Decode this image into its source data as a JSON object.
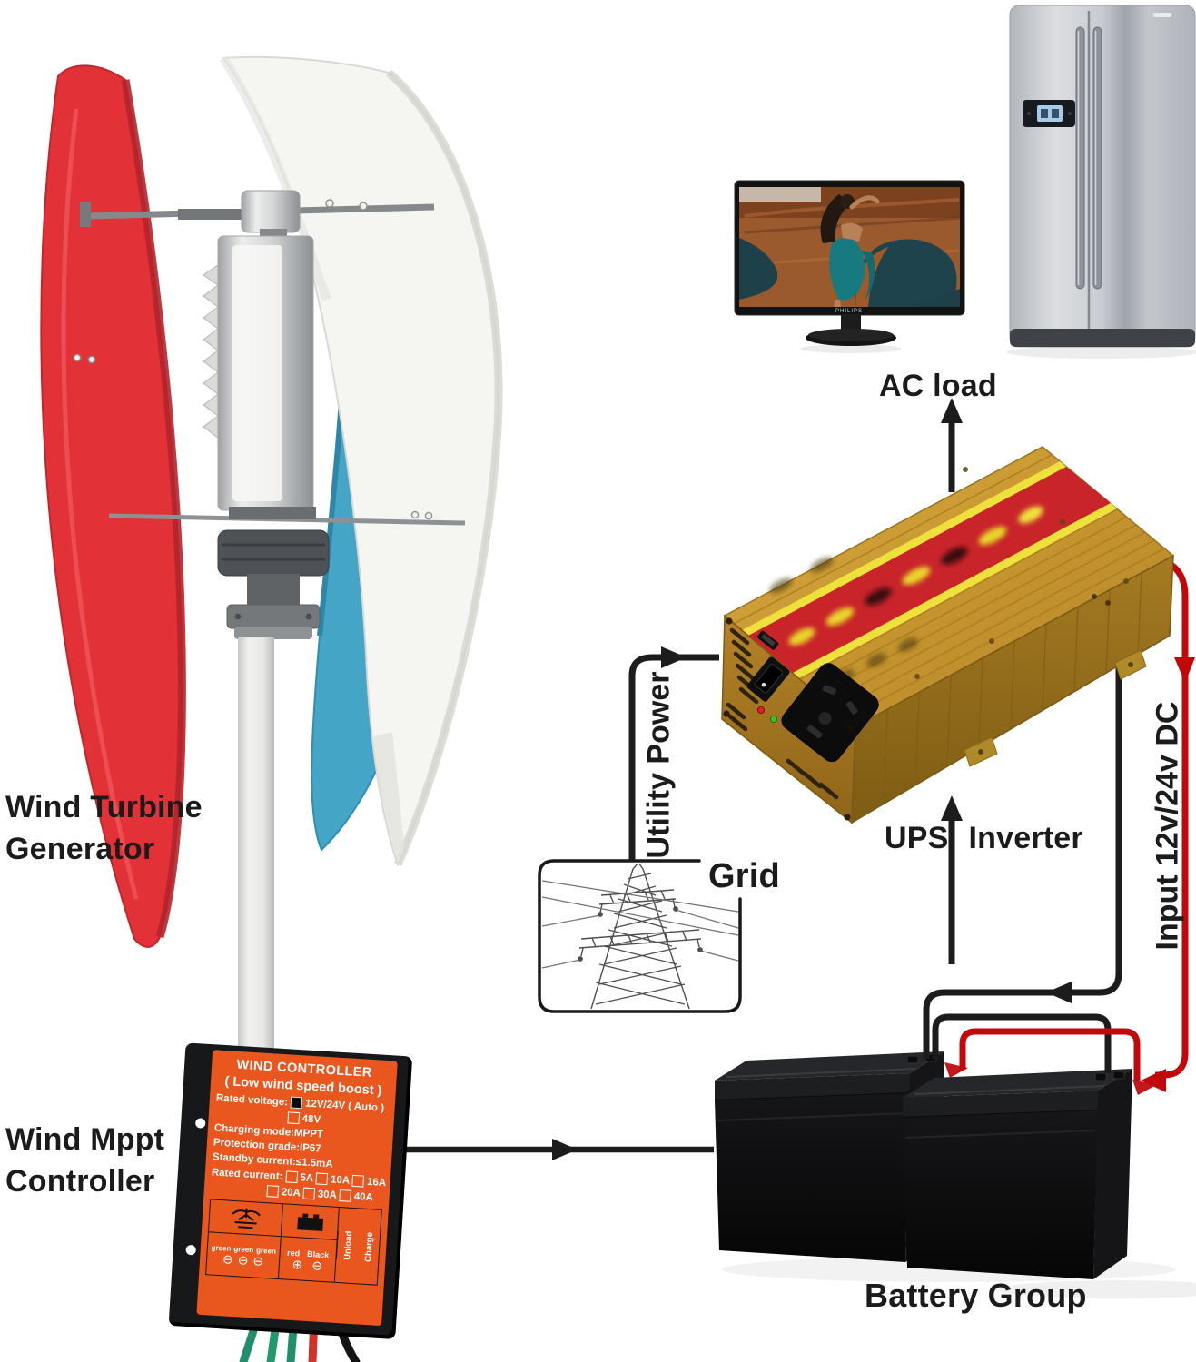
{
  "labels": {
    "wind_turbine_generator_line1": "Wind Turbine",
    "wind_turbine_generator_line2": "Generator",
    "wind_mppt_line1": "Wind Mppt",
    "wind_mppt_line2": "Controller",
    "ac_load": "AC load",
    "ups": "UPS",
    "inverter": "Inverter",
    "grid": "Grid",
    "battery_group": "Battery Group",
    "utility_power": "Utility Power",
    "input_dc": "Input 12v/24v DC",
    "monitor_brand": "PHILIPS"
  },
  "controller": {
    "title": "WIND CONTROLLER",
    "subtitle": "( Low wind speed boost )",
    "rated_voltage_label": "Rated voltage:",
    "rated_voltage_option1": "12V/24V ( Auto )",
    "rated_voltage_option1_checked": true,
    "rated_voltage_option2": "48V",
    "charging_mode": "Charging mode:MPPT",
    "protection_grade": "Protection grade:IP67",
    "standby_current": "Standby current:≤1.5mA",
    "rated_current_label": "Rated current:",
    "current_options_row1": [
      "5A",
      "10A",
      "16A"
    ],
    "current_options_row2": [
      "20A",
      "30A",
      "40A"
    ],
    "turbine_terminal_labels": [
      "green",
      "green",
      "green"
    ],
    "battery_terminal_labels": [
      "red",
      "Black"
    ],
    "turbine_terminal_symbols": [
      "⊖",
      "⊖",
      "⊖"
    ],
    "battery_terminal_symbols": [
      "⊕",
      "⊖"
    ],
    "unload_label": "Unload",
    "charge_label": "Charge"
  },
  "colors": {
    "controller_orange": "#E9571E",
    "inverter_gold": "#C6952F",
    "wire_red": "#C3080C",
    "wire_black": "#1C1C1C",
    "blade_red": "#E23238",
    "blade_teal": "#45A5C6",
    "label_text": "#1B1B1B"
  }
}
